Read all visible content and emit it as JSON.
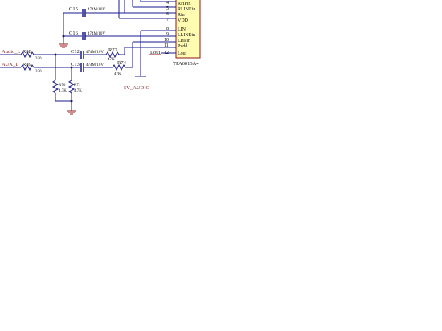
{
  "ic": {
    "part": "TPA6013A4",
    "pins": [
      {
        "num": "4",
        "name": "RHPin"
      },
      {
        "num": "5",
        "name": "RLINEin"
      },
      {
        "num": "6",
        "name": "Rin"
      },
      {
        "num": "7",
        "name": "VDD"
      },
      {
        "num": "8",
        "name": "LIN"
      },
      {
        "num": "9",
        "name": "LLINEin"
      },
      {
        "num": "10",
        "name": "LHPin"
      },
      {
        "num": "11",
        "name": "Pvdd"
      },
      {
        "num": "12",
        "name": "Lout"
      }
    ]
  },
  "capacitors": [
    {
      "ref": "C15",
      "value": "474M/10V"
    },
    {
      "ref": "C16",
      "value": "474M/10V"
    },
    {
      "ref": "C12",
      "value": "474M/10V"
    },
    {
      "ref": "C13",
      "value": "474M/10V"
    }
  ],
  "resistors": [
    {
      "ref": "R88",
      "value": "330"
    },
    {
      "ref": "R89",
      "value": "330"
    },
    {
      "ref": "R72",
      "value": "47K"
    },
    {
      "ref": "R74",
      "value": "47K"
    },
    {
      "ref": "R70",
      "value": "4.7K"
    },
    {
      "ref": "R71",
      "value": "4.7K"
    }
  ],
  "nets": {
    "audio_l": "Audio_L",
    "aux_l": "AUX_L",
    "lout": "Lout",
    "supply": "5V_AUDIO"
  },
  "colors": {
    "wire": "#1a1a8c",
    "net_label": "#8b1a1a",
    "ic_fill": "#fffbb0",
    "ic_border": "#8b1a1a"
  }
}
